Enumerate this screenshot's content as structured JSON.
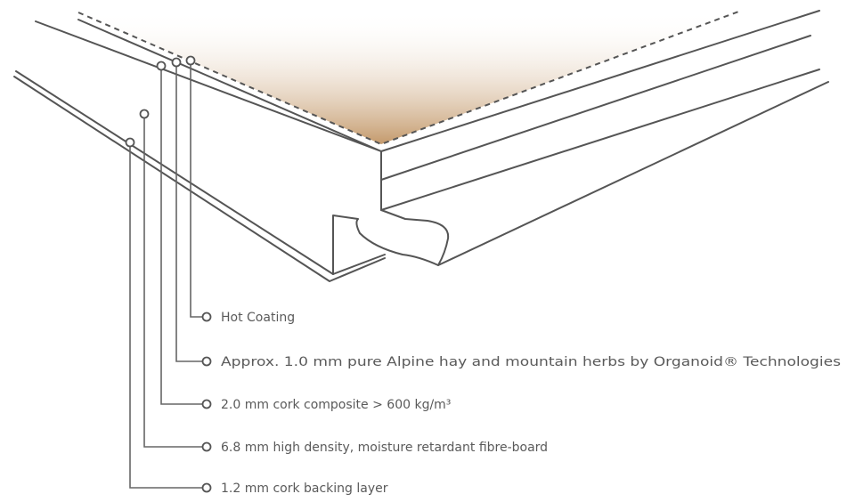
{
  "layers": [
    {
      "label": "Hot Coating"
    },
    {
      "label": "Approx. 1.0 mm pure Alpine hay and mountain herbs by Organoid® Technologies"
    },
    {
      "label": "2.0 mm cork composite > 600 kg/m³"
    },
    {
      "label": "6.8 mm high density, moisture retardant fibre-board"
    },
    {
      "label": "1.2 mm cork backing layer"
    }
  ],
  "colors": {
    "line": "#555555",
    "surface_top": "#c49a6c",
    "surface_fade": "#ffffff",
    "text": "#5a5a5a"
  }
}
